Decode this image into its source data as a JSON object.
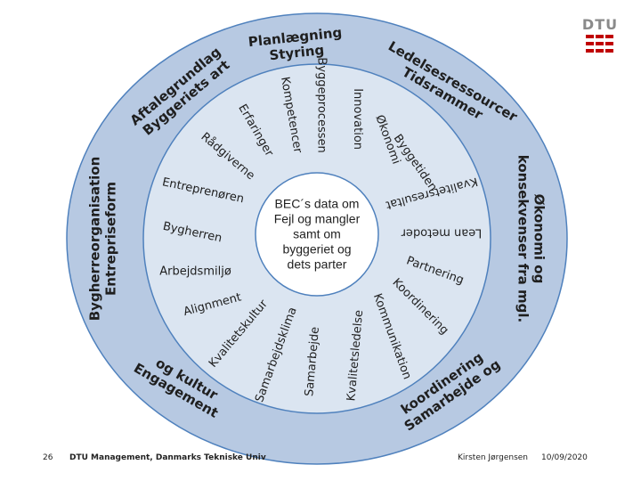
{
  "outer_segments": [
    {
      "lines": [
        "Planlægning",
        "Styring"
      ]
    },
    {
      "lines": [
        "Ledelsesressourcer",
        "Tidsrammer"
      ]
    },
    {
      "lines": [
        "Økonomi og",
        "konsekvenser fra mgl."
      ]
    },
    {
      "lines": [
        "Samarbejde og",
        "koordinering"
      ]
    },
    {
      "lines": [
        "Engagement",
        "og kultur"
      ]
    },
    {
      "lines": [
        "Bygherreorganisation",
        "Entrepriseform"
      ]
    },
    {
      "lines": [
        "Aftalegrundlag",
        "Byggeriets art"
      ]
    }
  ],
  "inner_items": [
    "Byggeprocessen",
    "Innovation",
    "Økonomi",
    "Byggetiden",
    "Kvalitetsresultat",
    "Lean metoder",
    "Partnering",
    "Koordinering",
    "Kommunikation",
    "Kvalitetsledelse",
    "Samarbejde",
    "Samarbejdsklima",
    "Kvalitetskultur",
    "Alignment",
    "Arbejdsmiljø",
    "Bygherren",
    "Entreprenøren",
    "Rådgiverne",
    "Erfaringer",
    "Kompetencer"
  ],
  "center": {
    "lines": [
      "BEC´s data om",
      "Fejl og mangler",
      "samt om",
      "byggeriet og",
      "dets parter"
    ]
  },
  "footer": {
    "page_number": "26",
    "institution": "DTU Management, Danmarks Tekniske Univ",
    "author": "Kirsten Jørgensen",
    "date": "10/09/2020"
  },
  "logo": {
    "text": "DTU"
  },
  "colors": {
    "outer_ring": "#b7c9e2",
    "inner_ring": "#dbe5f1",
    "ring_stroke": "#4f81bd",
    "logo_red": "#c00000"
  }
}
